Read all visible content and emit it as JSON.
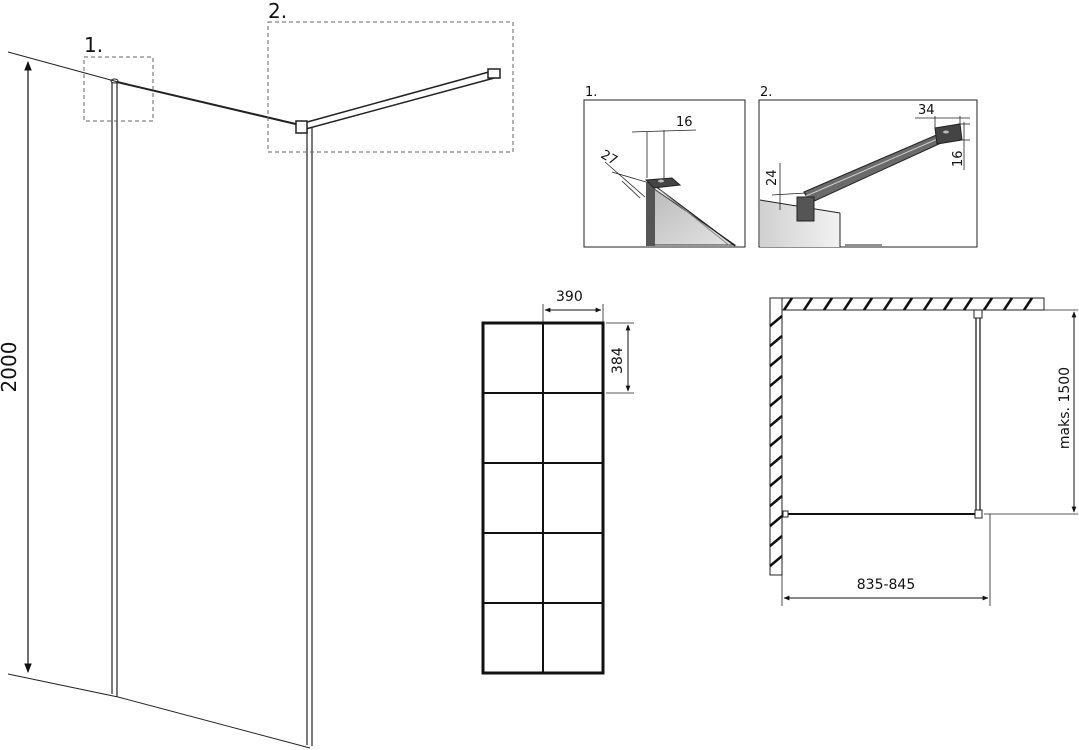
{
  "overview": {
    "height_label": "2000",
    "callout_1": "1.",
    "callout_2": "2."
  },
  "detail_1": {
    "label": "1.",
    "dim_width": "16",
    "dim_angle": "27"
  },
  "detail_2": {
    "label": "2.",
    "dim_top": "34",
    "dim_height": "24",
    "dim_side": "16"
  },
  "grid": {
    "cell_width": "390",
    "cell_height": "384"
  },
  "plan": {
    "depth_label": "maks. 1500",
    "width_label": "835-845"
  }
}
